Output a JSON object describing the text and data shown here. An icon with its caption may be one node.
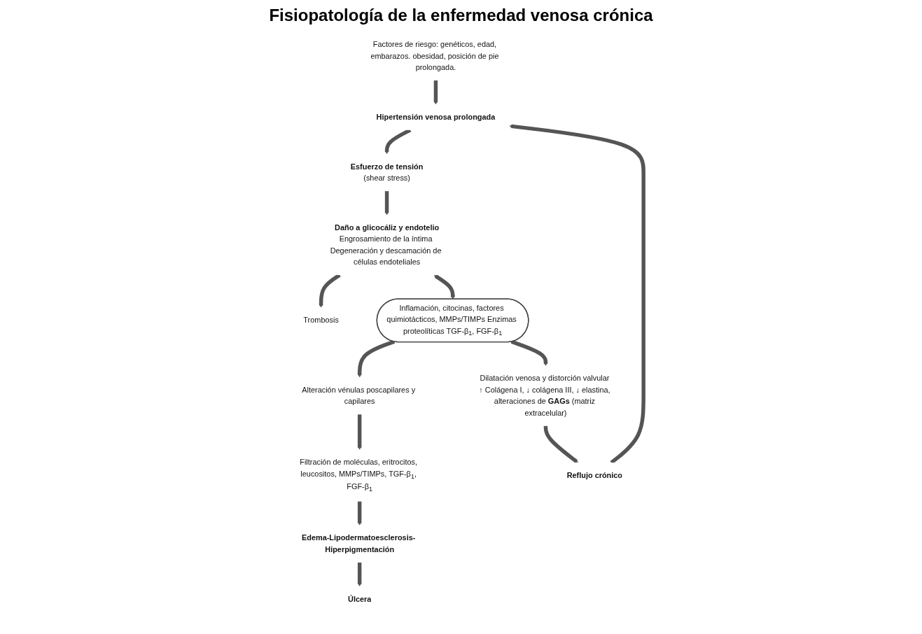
{
  "diagram": {
    "title": "Fisiopatología de la enfermedad venosa crónica",
    "nodes": [
      {
        "text": [
          "Factores de riesgo: genéticos, edad, embarazos. obesidad, posición de pie prolongada."
        ]
      },
      {
        "text": [
          "Hipertensión venosa prolongada"
        ]
      },
      {
        "text": [
          "Esfuerzo de tensión",
          "(shear stress)"
        ]
      },
      {
        "text": [
          "Daño a glicocáliz y endotelio",
          "Engrosamiento de la íntima Degeneración y descamación de células endoteliales"
        ]
      },
      {
        "text": [
          "Trombosis"
        ]
      },
      {
        "text": [
          "Inflamación, citocinas, factores quimiotácticos, MMPs/TIMPs Enzimas proteolíticas TGF-β$_{1}$, FGF-β$_{1}$"
        ]
      },
      {
        "text": [
          "Dilatación venosa y distorción valvular ↑ Colágena I, ↓ colágena III, ↓ elastina, alteraciones de **GAGs** (matriz extracelular)"
        ]
      },
      {
        "text": [
          "Alteración vénulas poscapilares y capilares"
        ]
      },
      {
        "text": [
          "Filtración de moléculas, eritrocitos, leucositos, MMPs/TIMPs, TGF-β$_{1}$, FGF-β$_{1}$"
        ]
      },
      {
        "text": [
          "Reflujo crónico"
        ]
      },
      {
        "text": [
          "Úlcera"
        ]
      },
      {
        "text": [
          "Edema-Lipodermatoesclerosis- Hiperpigmentación"
        ]
      }
    ],
    "edges": [
      {
        "from": 0,
        "to": 1,
        "arrow": "to"
      },
      {
        "from": 1,
        "to": 2,
        "arrow": "to"
      },
      {
        "from": 2,
        "to": 3,
        "arrow": "to"
      },
      {
        "from": 3,
        "to": 4,
        "arrow": "to"
      },
      {
        "from": 3,
        "to": 5,
        "arrow": "both"
      },
      {
        "from": 5,
        "to": 6,
        "arrow": "to"
      },
      {
        "from": 5,
        "to": 7,
        "arrow": "to"
      },
      {
        "from": 7,
        "to": 8,
        "arrow": "to"
      },
      {
        "from": 8,
        "to": 11,
        "arrow": "to"
      },
      {
        "from": 11,
        "to": 10,
        "arrow": "to"
      },
      {
        "from": 6,
        "to": 9,
        "arrow": "to"
      },
      {
        "from": 9,
        "to": 1,
        "arrow": "to"
      }
    ]
  }
}
